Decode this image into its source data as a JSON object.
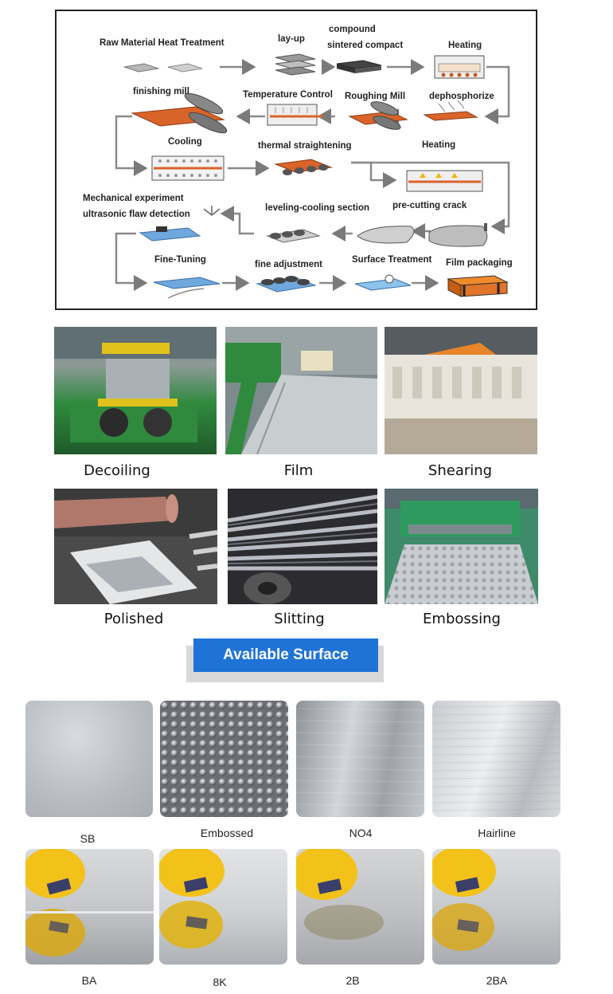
{
  "flow": {
    "labels": {
      "raw_material_heat_treatment": "Raw Material Heat Treatment",
      "lay_up": "lay-up",
      "compound": "compound",
      "sintered_compact": "sintered compact",
      "heating_1": "Heating",
      "finishing_mill": "finishing mill",
      "temperature_control": "Temperature Control",
      "roughing_mill": "Roughing Mill",
      "dephosphorize": "dephosphorize",
      "cooling": "Cooling",
      "thermal_straightening": "thermal straightening",
      "heating_2": "Heating",
      "mechanical_experiment": "Mechanical experiment",
      "ultrasonic_flaw_detection": "ultrasonic flaw detection",
      "leveling_cooling_section": "leveling-cooling section",
      "pre_cutting_crack": "pre-cutting crack",
      "fine_tuning": "Fine-Tuning",
      "fine_adjustment": "fine adjustment",
      "surface_treatment": "Surface Treatment",
      "film_packaging": "Film packaging"
    }
  },
  "processes": [
    {
      "label": "Decoiling"
    },
    {
      "label": "Film"
    },
    {
      "label": "Shearing"
    },
    {
      "label": "Polished"
    },
    {
      "label": "Slitting"
    },
    {
      "label": "Embossing"
    }
  ],
  "banner": {
    "title": "Available Surface"
  },
  "surfaces": [
    {
      "label": "SB"
    },
    {
      "label": "Embossed"
    },
    {
      "label": "NO4"
    },
    {
      "label": "Hairline"
    },
    {
      "label": "BA"
    },
    {
      "label": "8K"
    },
    {
      "label": "2B"
    },
    {
      "label": "2BA"
    }
  ],
  "colors": {
    "banner_blue": "#1f73d6",
    "plate_orange": "#d9642a",
    "arrow_gray": "#7a7a7a",
    "machine_green": "#2f8a3e",
    "lemon_yellow": "#f2c21a"
  }
}
